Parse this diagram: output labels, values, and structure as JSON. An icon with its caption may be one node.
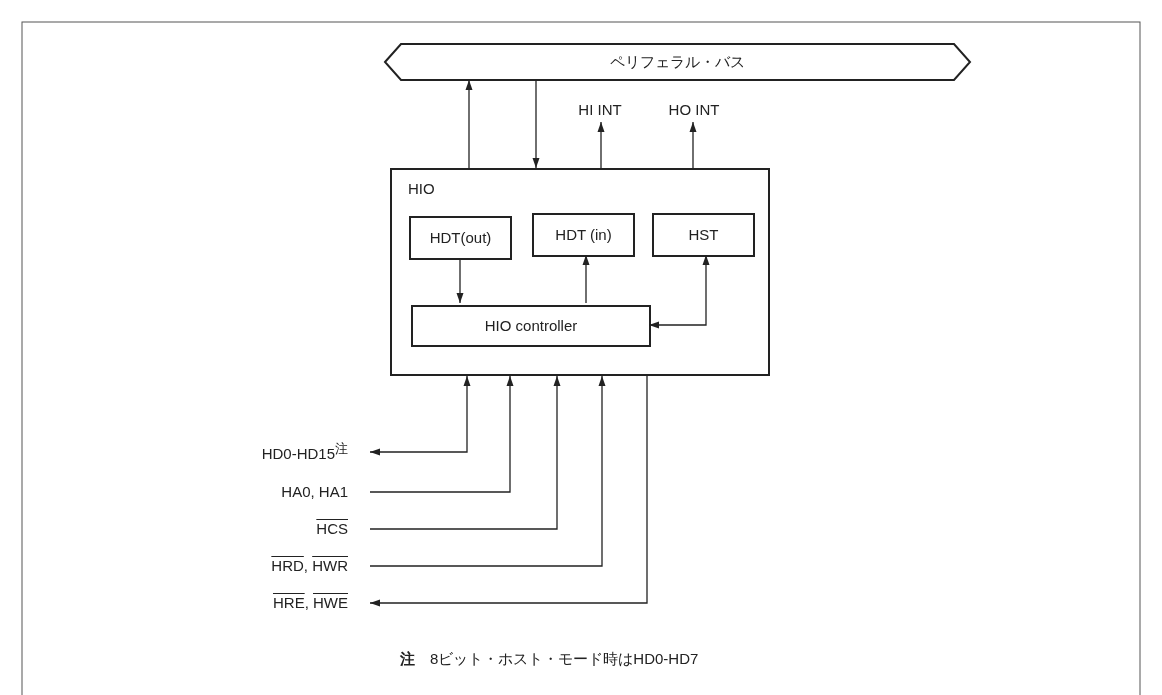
{
  "diagram": {
    "nodes": [
      {
        "text": [
          "ペリフェラル・バス"
        ]
      },
      {
        "text": [
          "HI INT"
        ]
      },
      {
        "text": [
          "HO INT"
        ]
      },
      {
        "text": [
          "HIO"
        ]
      },
      {
        "text": [
          "HDT(out)"
        ],
        "in": 3
      },
      {
        "text": [
          "HDT (in)"
        ],
        "in": 3
      },
      {
        "text": [
          "HST"
        ],
        "in": 3
      },
      {
        "text": [
          "HIO controller"
        ],
        "in": 3
      },
      {
        "text": [
          "HD0-HD15$^{注}$"
        ]
      },
      {
        "text": [
          "HA0, HA1"
        ]
      },
      {
        "text": [
          "HCS"
        ]
      },
      {
        "text": [
          "HRD, HWR"
        ]
      },
      {
        "text": [
          "HRE, HWE"
        ]
      }
    ],
    "edges": [
      {
        "from": 3,
        "to": 0,
        "arrow": "to"
      },
      {
        "from": 0,
        "to": 3,
        "arrow": "to"
      },
      {
        "from": 3,
        "to": 1,
        "arrow": "to"
      },
      {
        "from": 3,
        "to": 2,
        "arrow": "to"
      },
      {
        "from": 4,
        "to": 7,
        "arrow": "to"
      },
      {
        "from": 7,
        "to": 5,
        "arrow": "to"
      },
      {
        "from": 7,
        "to": 6,
        "arrow": "both"
      },
      {
        "from": 3,
        "to": 8,
        "arrow": "both"
      },
      {
        "from": 9,
        "to": 3,
        "arrow": "to"
      },
      {
        "from": 10,
        "to": 3,
        "arrow": "to"
      },
      {
        "from": 11,
        "to": 3,
        "arrow": "to"
      },
      {
        "from": 3,
        "to": 12,
        "arrow": "to"
      }
    ],
    "labels": [
      "**注**　8ビット・ホスト・モード時はHD0-HD7"
    ]
  }
}
